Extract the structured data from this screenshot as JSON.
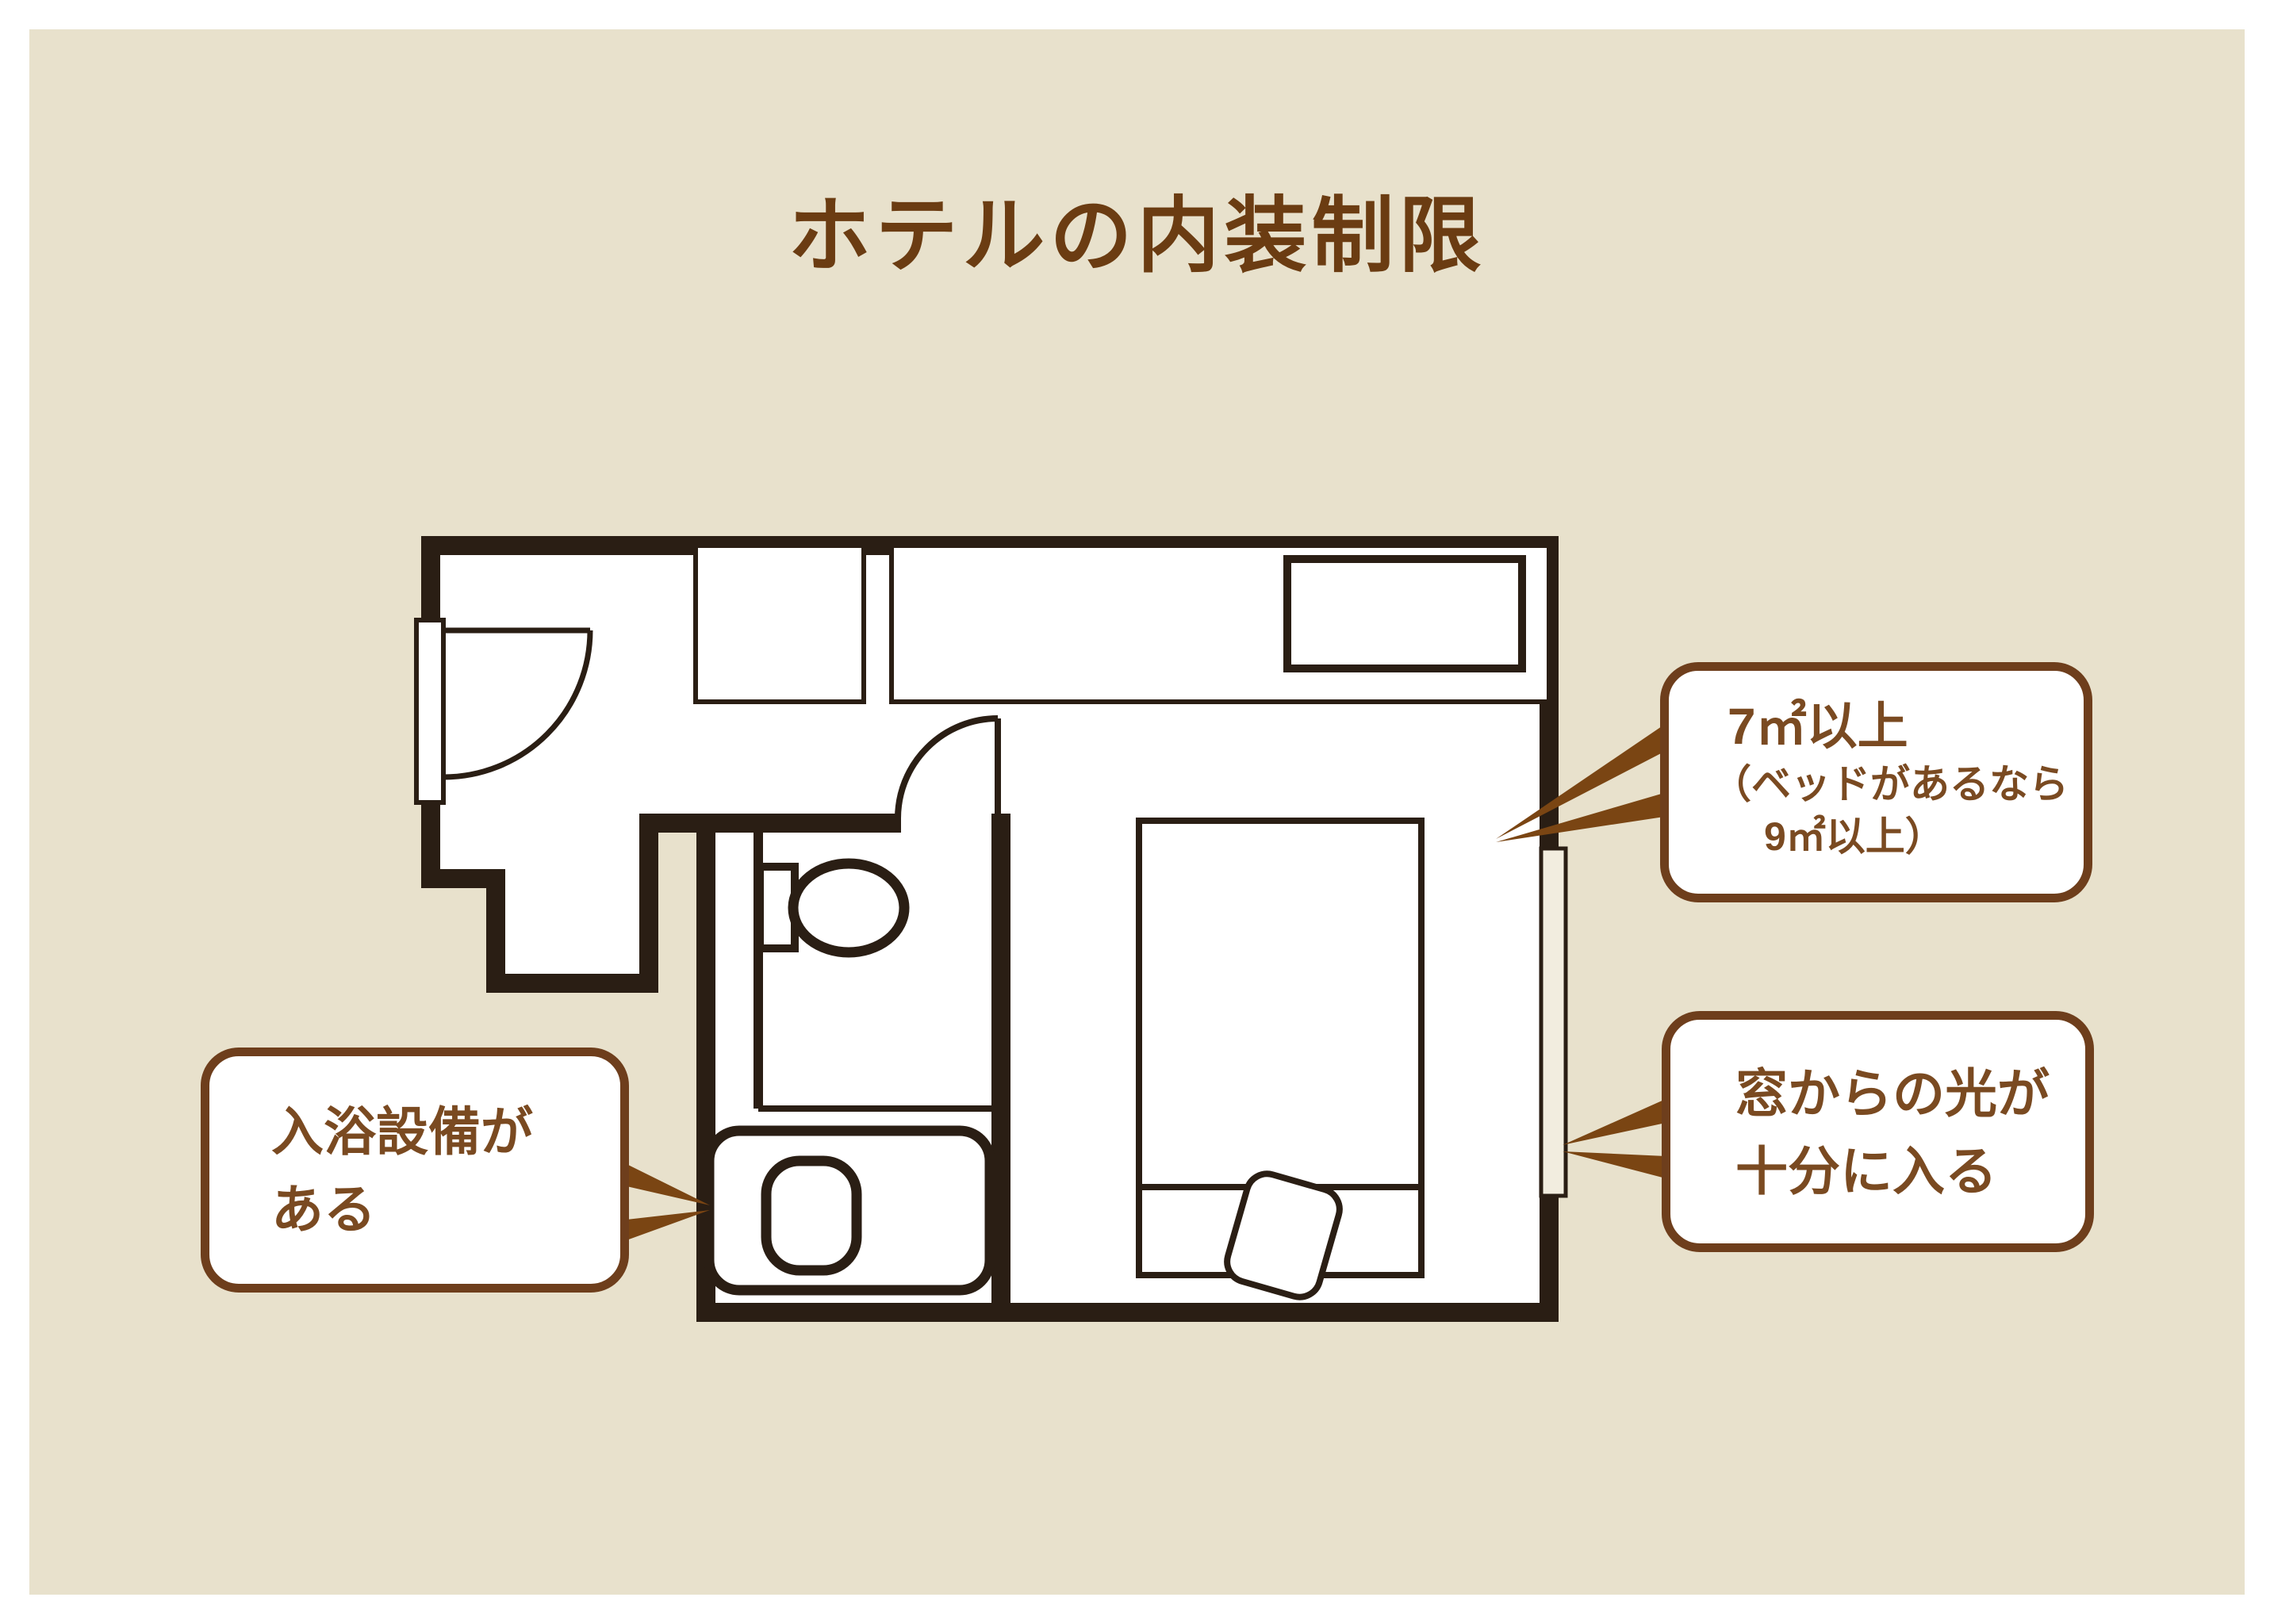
{
  "title": {
    "text": "ホテルの内装制限"
  },
  "callouts": {
    "area": {
      "lines": [
        "7㎡以上",
        "（ベッドがあるなら",
        "9㎡以上）"
      ]
    },
    "window": {
      "lines": [
        "窓からの光が",
        "十分に入る"
      ]
    },
    "bath": {
      "lines": [
        "入浴設備が",
        "ある"
      ]
    }
  },
  "floorplan": {
    "elements": [
      "entrance-door",
      "closet",
      "shelf",
      "bathroom-door",
      "toilet",
      "bathtub",
      "bed",
      "window"
    ]
  },
  "colors": {
    "page_margin": "#FFFFFF",
    "background": "#E8E1CC",
    "wall": "#2A1E14",
    "title_brown": "#6B3C12",
    "callout_border_brown": "#6E3E1C",
    "callout_text_brown": "#7A4A21",
    "leader_brown": "#7A4513",
    "window_fill": "#F2EDDF",
    "callout_bg": "#FFFFFF"
  }
}
